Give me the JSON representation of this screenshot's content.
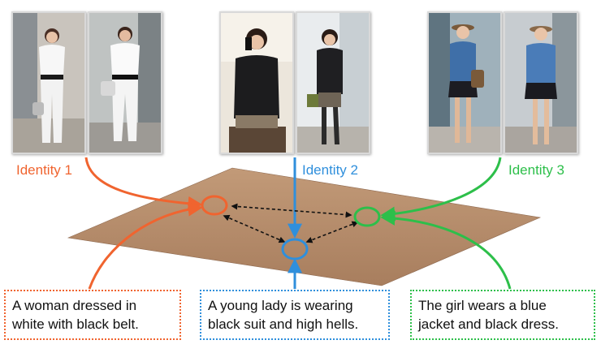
{
  "identities": [
    {
      "label": "Identity 1",
      "color": "#f0642f",
      "caption": [
        "A woman dressed in",
        "white with black belt."
      ],
      "photos": [
        "person-white-outfit",
        "person-white-outfit"
      ]
    },
    {
      "label": "Identity 2",
      "color": "#2f8fdc",
      "caption": [
        "A young lady is wearing",
        "black suit and high hells."
      ],
      "photos": [
        "person-black-suit",
        "person-black-suit"
      ]
    },
    {
      "label": "Identity 3",
      "color": "#2dbf4a",
      "caption": [
        "The girl wears a blue",
        "jacket and black dress."
      ],
      "photos": [
        "person-blue-jacket",
        "person-blue-jacket"
      ]
    }
  ],
  "colors": {
    "plane": "#b48a6a",
    "plane_shadow": "#8f6a50",
    "arrow": "#111111"
  }
}
